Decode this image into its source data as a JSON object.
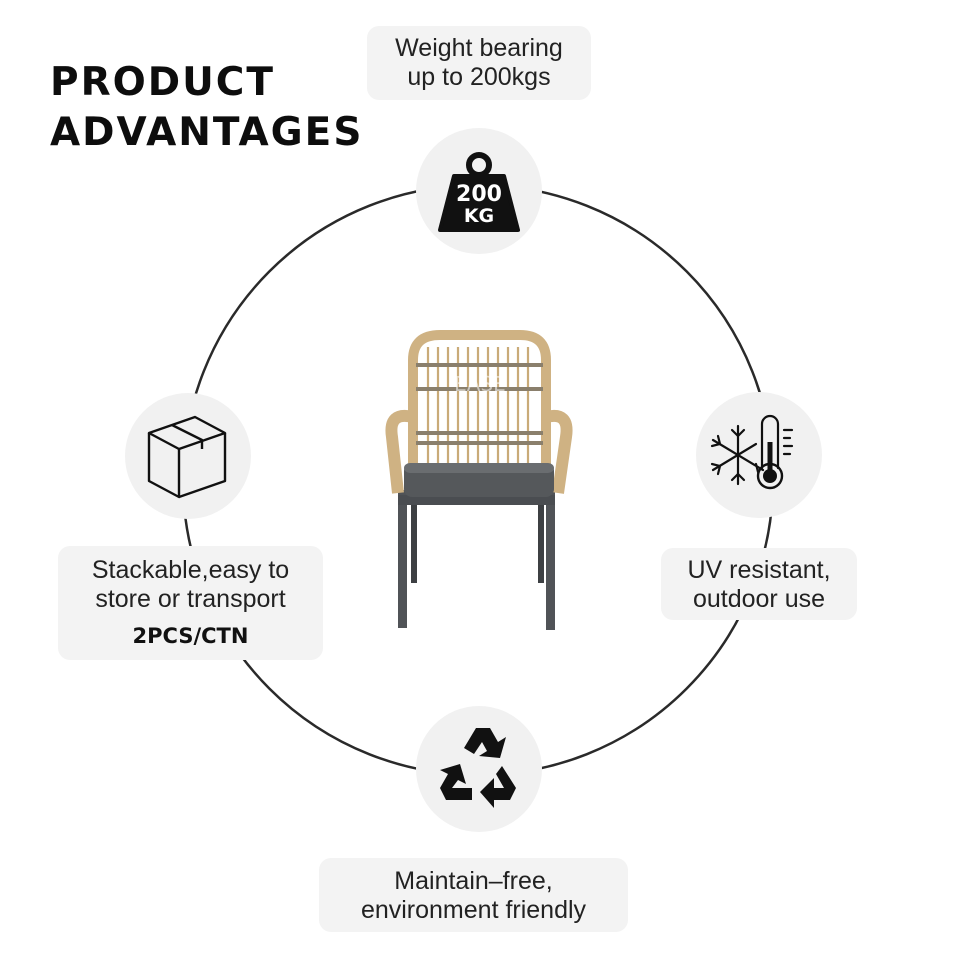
{
  "heading": {
    "line1": "PRODUCT",
    "line2": "ADVANTAGES"
  },
  "features": {
    "weight": {
      "line1": "Weight bearing",
      "line2": "up to 200kgs",
      "icon": "weight-icon",
      "icon_text1": "200",
      "icon_text2": "KG"
    },
    "uv": {
      "line1": "UV resistant,",
      "line2": "outdoor use",
      "icon": "snowflake-thermometer-icon"
    },
    "stack": {
      "line1": "Stackable,easy to",
      "line2": "store or transport",
      "line3": "2PCS/CTN",
      "icon": "box-icon"
    },
    "eco": {
      "line1": "Maintain–free,",
      "line2": "environment friendly",
      "icon": "recycle-icon"
    }
  },
  "product": {
    "watermark": "EASE",
    "image": "rattan-dining-chair"
  }
}
